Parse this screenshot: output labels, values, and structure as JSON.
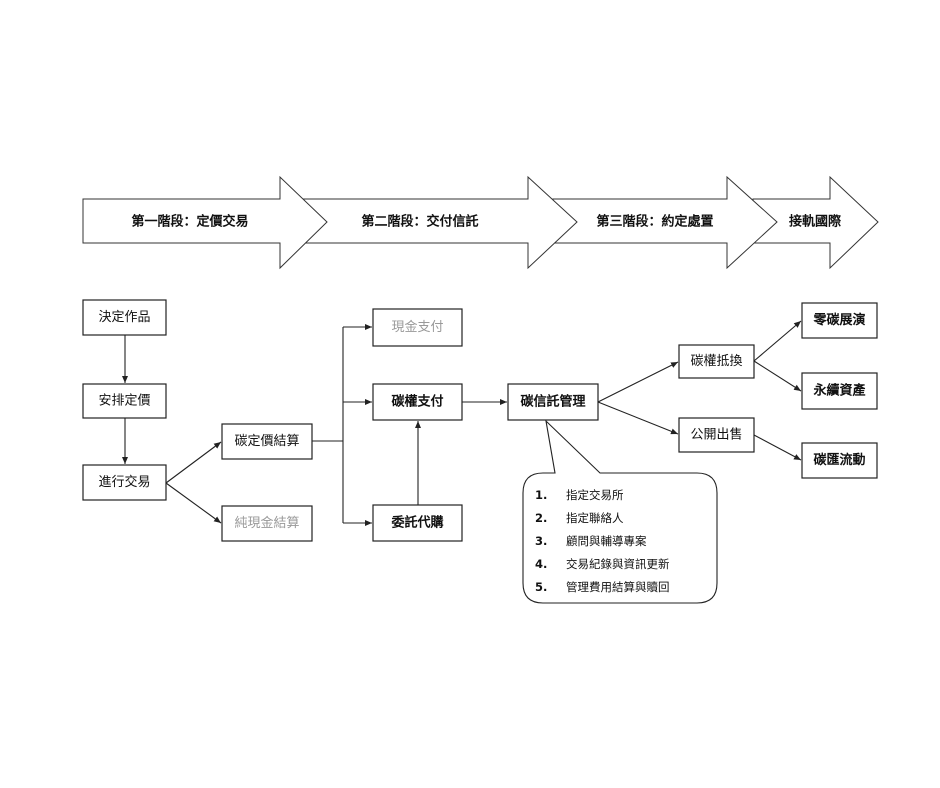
{
  "stages": [
    "第一階段：定價交易",
    "第二階段：交付信託",
    "第三階段：約定處置",
    "接軌國際"
  ],
  "nodes": {
    "decide_work": "決定作品",
    "arrange_pricing": "安排定價",
    "conduct_trade": "進行交易",
    "carbon_pricing_settlement": "碳定價結算",
    "pure_cash_settlement": "純現金結算",
    "cash_payment": "現金支付",
    "carbon_credit_payment": "碳權支付",
    "commissioned_purchase": "委託代購",
    "carbon_trust_management": "碳信託管理",
    "carbon_offset": "碳權抵換",
    "public_sale": "公開出售",
    "zero_carbon_exhibition": "零碳展演",
    "sustainable_asset": "永續資產",
    "carbon_sink_flow": "碳匯流動"
  },
  "callout": {
    "items": [
      {
        "num": "1.",
        "text": "指定交易所"
      },
      {
        "num": "2.",
        "text": "指定聯絡人"
      },
      {
        "num": "3.",
        "text": "顧問與輔導專案"
      },
      {
        "num": "4.",
        "text": "交易紀錄與資訊更新"
      },
      {
        "num": "5.",
        "text": "管理費用結算與贖回"
      }
    ]
  }
}
